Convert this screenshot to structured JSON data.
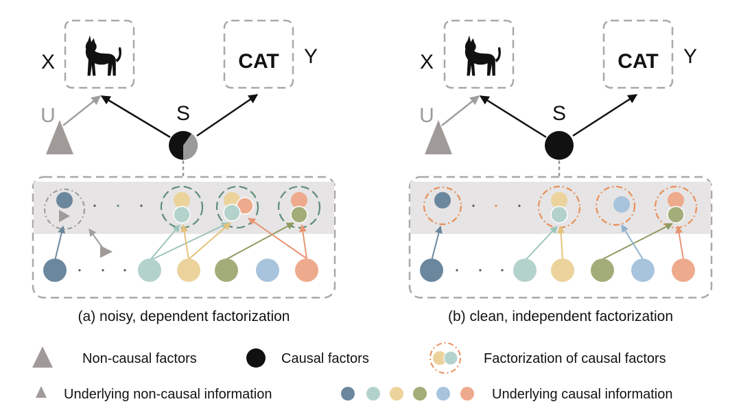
{
  "panels": [
    {
      "caption": "(a) noisy, dependent factorization",
      "x_label": "X",
      "y_label": "Y",
      "s_label": "S",
      "u_label": "U",
      "output_text": "CAT"
    },
    {
      "caption": "(b) clean, independent factorization",
      "x_label": "X",
      "y_label": "Y",
      "s_label": "S",
      "u_label": "U",
      "output_text": "CAT"
    }
  ],
  "legend": {
    "non_causal_factors": "Non-causal factors",
    "causal_factors": "Causal factors",
    "factorization": "Factorization of causal factors",
    "underlying_non_causal": "Underlying non-causal information",
    "underlying_causal": "Underlying causal information"
  },
  "colors": {
    "slate_blue": "#6b879e",
    "sage": "#b3d2cb",
    "sand": "#ecd39c",
    "olive": "#a3ad79",
    "sky": "#a8c4dd",
    "salmon": "#eeaa8c",
    "gray_shape": "#a09a98",
    "dash_gray": "#a8a8a8",
    "dash_teal": "#5e8c7a",
    "dash_orange": "#e88e58",
    "band": "#e6e4e4"
  },
  "icons": [
    "cat-icon",
    "triangle-icon",
    "circle-icon"
  ]
}
